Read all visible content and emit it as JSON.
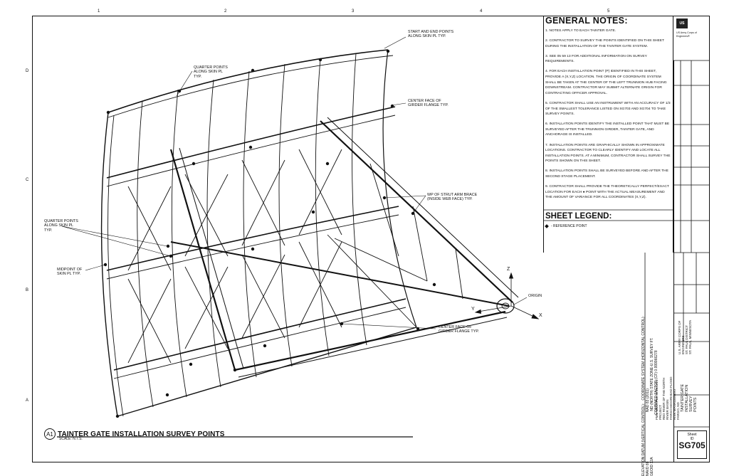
{
  "grid": {
    "columns": [
      "1",
      "2",
      "3",
      "4",
      "5"
    ],
    "rows": [
      "D",
      "C",
      "B",
      "A"
    ]
  },
  "notes": {
    "title": "GENERAL NOTES:",
    "items": [
      "1. NOTES APPLY TO EACH TAINTER GATE.",
      "2. CONTRACTOR TO SURVEY THE POINTS IDENTIFIED ON THIS SHEET DURING THE INSTALLATION OF THE TAINTER GATE SYSTEM.",
      "3. SEE 05 59 13 FOR ADDITIONAL INFORMATION ON SURVEY REQUIREMENTS.",
      "4. FOR EACH INSTALLATION POINT (P) IDENTIFIED IN THIS SHEET, PROVIDE A (X,Y,Z) LOCATION. THE ORIGIN OF COORDINATE SYSTEM SHALL BE TAKEN AT THE CENTER OF THE LEFT TRUNNION HUB FACING DOWNSTREAM. CONTRACTOR MAY SUBMIT ALTERNATE ORIGIN FOR CONTRACTING OFFICER APPROVAL.",
      "5. CONTRACTOR SHALL USE AN INSTRUMENT WITH AN ACCURACY OF 1/3 OF THE SMALLEST TOLERANCE LISTED ON SG703 AND SG704 TO TAKE SURVEY POINTS.",
      "6. INSTALLATION POINTS IDENTIFY THE INSTALLED POINT THAT MUST BE SURVEYED AFTER THE TRUNNION GIRDER, TAINTER GATE, AND ANCHORAGE IS INSTALLED.",
      "7. INSTALLATION POINTS ARE GRAPHICALLY SHOWN IN APPROXIMATE LOCATIONS. CONTRACTOR TO CLEARLY IDENTIFY AND LOCATE ALL INSTALLATION POINTS. AT A MINIMUM, CONTRACTOR SHALL SURVEY THE POINTS SHOWN ON THIS SHEET.",
      "8. INSTALLATION POINTS SHALL BE SURVEYED BEFORE AND AFTER THE SECOND STAGE PLACEMENT.",
      "9. CONTRACTOR SHALL PROVIDE THE THEORETICALLY PERFECT/EXACT LOCATION FOR EACH ● POINT WITH THE ACTUAL MEASUREMENT AND THE AMOUNT OF VARIANCE FOR ALL COORDINATES (X,Y,Z)."
    ]
  },
  "legend": {
    "title": "SHEET LEGEND:",
    "item": "- REFERENCE POINT"
  },
  "logo": {
    "mark": "US",
    "text": "US Army Corps of Engineers®"
  },
  "callouts": {
    "start_end": "START AND END POINTS\nALONG SKIN PL TYP.",
    "quarter_top": "QUARTER POINTS\nALONG SKIN PL\nTYP.",
    "center_face_top": "CENTER FACE OF\nGIRDER FLANGE TYP.",
    "wp_strut": "WP OF STRUT ARM BRACE\n(INSIDE WEB FACE) TYP.",
    "quarter_left": "QUARTER POINTS\nALONG SKIN PL\nTYP.",
    "midpoint": "MIDPOINT OF\nSKIN PL TYP.",
    "center_face_bottom": "CENTER FACE OF\nGIRDER FLANGE TYP.",
    "origin": "ORIGIN",
    "axis_z": "Z",
    "axis_y": "Y",
    "axis_x": "X"
  },
  "drawing_title": {
    "tag": "A1",
    "title": "TAINTER GATE INSTALLATION SURVEY POINTS",
    "scale": "SCALE: N.T.S."
  },
  "coord_block": [
    "ELEVATION DATUM (VERTICAL CONTROL):   COORDINATE SYSTEM (HORIZONTAL CONTROL):",
    "NAVD 88                                                  NAD 83 (2011)",
    "GEOID 12A                                               ND (NORTH) STATE ZONE-U.S. SURVEY FT.",
    "                                                              COMBINED FACTOR (CF) 0.999966278"
  ],
  "title_block": {
    "org": "U.S. ARMY CORPS OF ENGINEERS\nST. PAUL DISTRICT\nST. PAUL, MINNESOTA",
    "project": "FMM MULTIPLE MISSIONS PROJECT\nRED RIVER OF THE NORTH RIVER BASIN\nFARGO-MOORHEAD FLOOD RISK MANAGEMENT\nFARGO, ND",
    "sheet_title": "TAINTER GATE\nINSTALLATION SURVEY\nPOINTS",
    "sheet_label": "Sheet",
    "sheet_label2": "ID",
    "sheet_id": "SG705"
  }
}
